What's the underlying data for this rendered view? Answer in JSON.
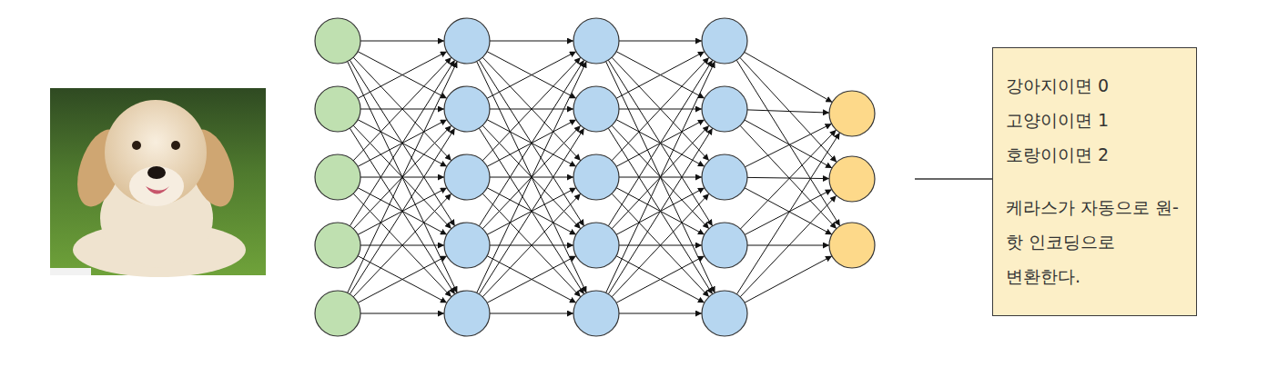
{
  "diagram": {
    "nodes": [
      {
        "text": [
          "강아지이면 0",
          "고양이이면 1",
          "호랑이이면 2",
          "케라스가 자동으로 원-핫 인코딩으로 변환한다."
        ]
      }
    ]
  }
}
